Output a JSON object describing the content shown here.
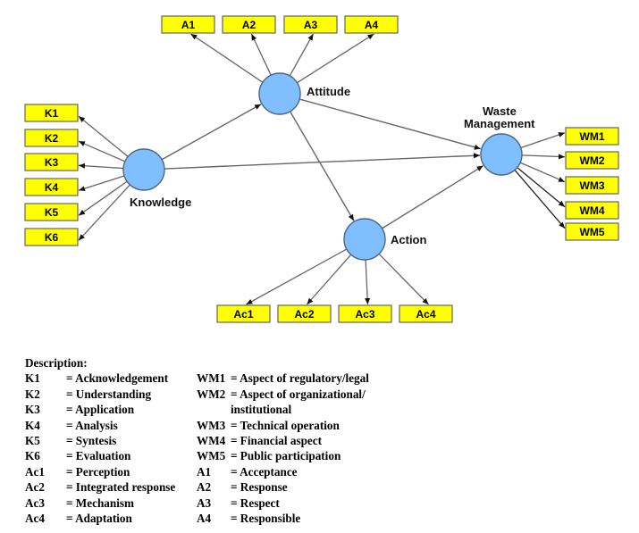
{
  "colors": {
    "indicator_fill": "#ffff00",
    "indicator_border": "#666666",
    "latent_fill": "#80bfff",
    "latent_border": "#4d6680",
    "arrow": "#666666",
    "arrow_dark": "#222222"
  },
  "latents": {
    "knowledge": "Knowledge",
    "attitude": "Attitude",
    "action": "Action",
    "waste_line1": "Waste",
    "waste_line2": "Management"
  },
  "indicators": {
    "A": [
      "A1",
      "A2",
      "A3",
      "A4"
    ],
    "K": [
      "K1",
      "K2",
      "K3",
      "K4",
      "K5",
      "K6"
    ],
    "Ac": [
      "Ac1",
      "Ac2",
      "Ac3",
      "Ac4"
    ],
    "WM": [
      "WM1",
      "WM2",
      "WM3",
      "WM4",
      "WM5"
    ]
  },
  "paths": [
    {
      "from": "Knowledge",
      "to": "Attitude"
    },
    {
      "from": "Knowledge",
      "to": "Waste Management"
    },
    {
      "from": "Attitude",
      "to": "Waste Management"
    },
    {
      "from": "Attitude",
      "to": "Action"
    },
    {
      "from": "Action",
      "to": "Waste Management"
    }
  ],
  "legend": {
    "title": "Description:",
    "rows": [
      {
        "c1": "K1",
        "d1": "= Acknowledgement",
        "c2": "WM1",
        "d2": "= Aspect of regulatory/legal"
      },
      {
        "c1": "K2",
        "d1": "= Understanding",
        "c2": "WM2",
        "d2": "= Aspect of organizational/"
      },
      {
        "c1": "K3",
        "d1": "= Application",
        "c2": "",
        "d2": "  institutional"
      },
      {
        "c1": "K4",
        "d1": "= Analysis",
        "c2": "WM3",
        "d2": "= Technical operation"
      },
      {
        "c1": "K5",
        "d1": "= Syntesis",
        "c2": "WM4",
        "d2": "= Financial aspect"
      },
      {
        "c1": "K6",
        "d1": "= Evaluation",
        "c2": "WM5",
        "d2": "= Public participation"
      },
      {
        "c1": "Ac1",
        "d1": "= Perception",
        "c2": "A1",
        "d2": "= Acceptance"
      },
      {
        "c1": "Ac2",
        "d1": "= Integrated response",
        "c2": "A2",
        "d2": "= Response"
      },
      {
        "c1": "Ac3",
        "d1": "= Mechanism",
        "c2": "A3",
        "d2": "= Respect"
      },
      {
        "c1": "Ac4",
        "d1": "= Adaptation",
        "c2": "A4",
        "d2": "= Responsible"
      }
    ]
  }
}
